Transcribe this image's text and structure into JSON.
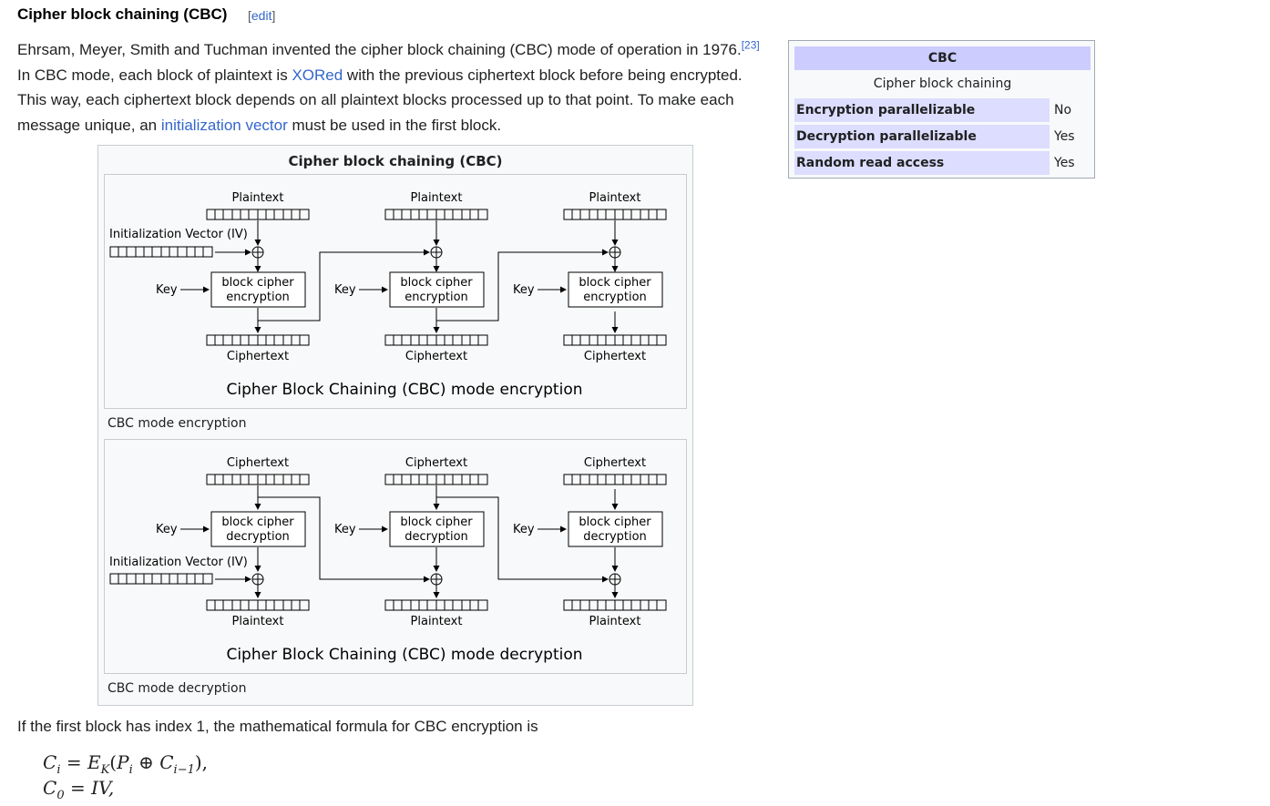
{
  "section": {
    "heading": "Cipher block chaining (CBC)",
    "edit_open": "[",
    "edit_label": "edit",
    "edit_close": "]"
  },
  "paragraph": {
    "t1": "Ehrsam, Meyer, Smith and Tuchman invented the cipher block chaining (CBC) mode of operation in 1976.",
    "ref": "[23]",
    "t2": " In CBC mode, each block of plaintext is ",
    "link1": "XORed",
    "t3": " with the previous ciphertext block before being encrypted. This way, each ciphertext block depends on all plaintext blocks processed up to that point. To make each message unique, an ",
    "link2": "initialization vector",
    "t4": " must be used in the first block."
  },
  "infobox": {
    "title": "CBC",
    "subtitle": "Cipher block chaining",
    "rows": [
      {
        "label": "Encryption parallelizable",
        "value": "No"
      },
      {
        "label": "Decryption parallelizable",
        "value": "Yes"
      },
      {
        "label": "Random read access",
        "value": "Yes"
      }
    ]
  },
  "figure": {
    "title": "Cipher block chaining (CBC)",
    "encryption": {
      "input_label": "Plaintext",
      "output_label": "Ciphertext",
      "iv_label": "Initialization Vector (IV)",
      "key_label": "Key",
      "box_line1": "block cipher",
      "box_line2": "encryption",
      "diagram_title": "Cipher Block Chaining (CBC) mode encryption",
      "caption": "CBC mode encryption"
    },
    "decryption": {
      "input_label": "Ciphertext",
      "output_label": "Plaintext",
      "iv_label": "Initialization Vector (IV)",
      "key_label": "Key",
      "box_line1": "block cipher",
      "box_line2": "decryption",
      "diagram_title": "Cipher Block Chaining (CBC) mode decryption",
      "caption": "CBC mode decryption"
    }
  },
  "paragraph2": "If the first block has index 1, the mathematical formula for CBC encryption is",
  "formula": {
    "line1_lhs": "C",
    "line1_lhs_sub": "i",
    "line1_eq": " = ",
    "line1_e": "E",
    "line1_e_sub": "K",
    "line1_open": "(",
    "line1_p": "P",
    "line1_p_sub": "i",
    "line1_xor": " ⊕ ",
    "line1_c": "C",
    "line1_c_sub": "i−1",
    "line1_close": "),",
    "line2_lhs": "C",
    "line2_lhs_sub": "0",
    "line2_eq": " = ",
    "line2_rhs": "IV,"
  }
}
